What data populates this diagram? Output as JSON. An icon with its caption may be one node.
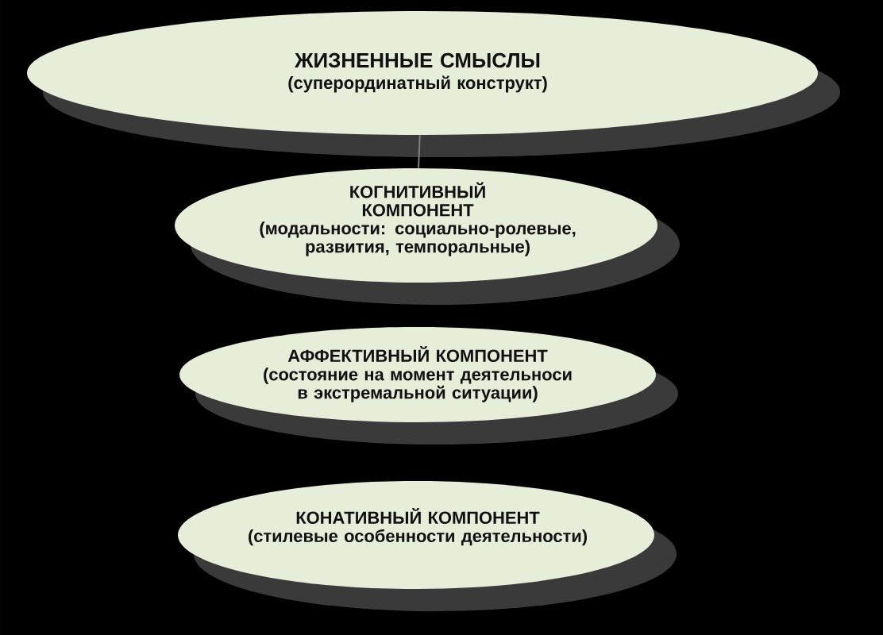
{
  "diagram": {
    "nodes": [
      {
        "text": [
          "ЖИЗНЕННЫЕ СМЫСЛЫ",
          "(суперординатный конструкт)"
        ]
      },
      {
        "text": [
          "КОГНИТИВНЫЙ КОМПОНЕНТ",
          "(модальности: социально-ролевые, развития, темпоральные)"
        ]
      },
      {
        "text": [
          "АФФЕКТИВНЫЙ КОМПОНЕНТ",
          "(состояние на момент деятельноси в экстремальной ситуации)"
        ]
      },
      {
        "text": [
          "КОНАТИВНЫЙ КОМПОНЕНТ",
          "(стилевые особенности деятельности)"
        ]
      }
    ],
    "edges": [
      {
        "from": 0,
        "to": 1,
        "arrow": "none"
      }
    ]
  }
}
